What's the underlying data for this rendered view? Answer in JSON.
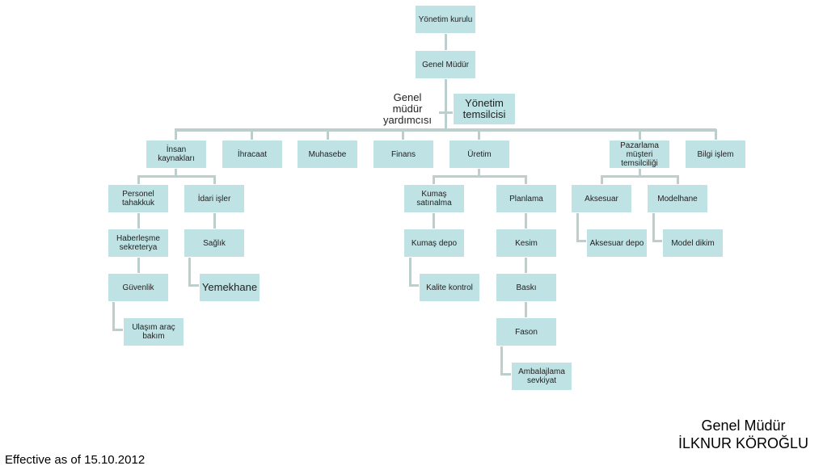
{
  "chart": {
    "board": "Yönetim  kurulu",
    "gm": "Genel Müdür",
    "assistant": "Genel müdür\nyardımcısı",
    "representative": "Yönetim\ntemsilcisi",
    "hr": "İnsan\nkaynakları",
    "export": "İhracaat",
    "accounting": "Muhasebe",
    "finance": "Finans",
    "production": "Üretim",
    "marketing": "Pazarlama\nmüşteri\ntemsilciliği",
    "it": "Bilgi  işlem",
    "payroll": "Personel\ntahakkuk",
    "admin": "İdari  işler",
    "communication": "Haberleşme\nsekreterya",
    "health": "Sağlık",
    "security": "Güvenlik",
    "cafeteria": "Yemekhane",
    "transport": "Ulaşım  araç\nbakım",
    "fabric_purchase": "Kumaş\nsatınalma",
    "fabric_depot": "Kumaş  depo",
    "quality": "Kalite  kontrol",
    "planning": "Planlama",
    "cutting": "Kesim",
    "printing": "Baskı",
    "fason": "Fason",
    "packaging": "Ambalajlama\nsevkiyat",
    "accessory": "Aksesuar",
    "accessory_depot": "Aksesuar depo",
    "modelhouse": "Modelhane",
    "model_sewing": "Model  dikim"
  },
  "signature": {
    "title": "Genel Müdür",
    "name": "İLKNUR KÖROĞLU"
  },
  "footer": {
    "effective": "Effective  as of 15.10.2012"
  }
}
